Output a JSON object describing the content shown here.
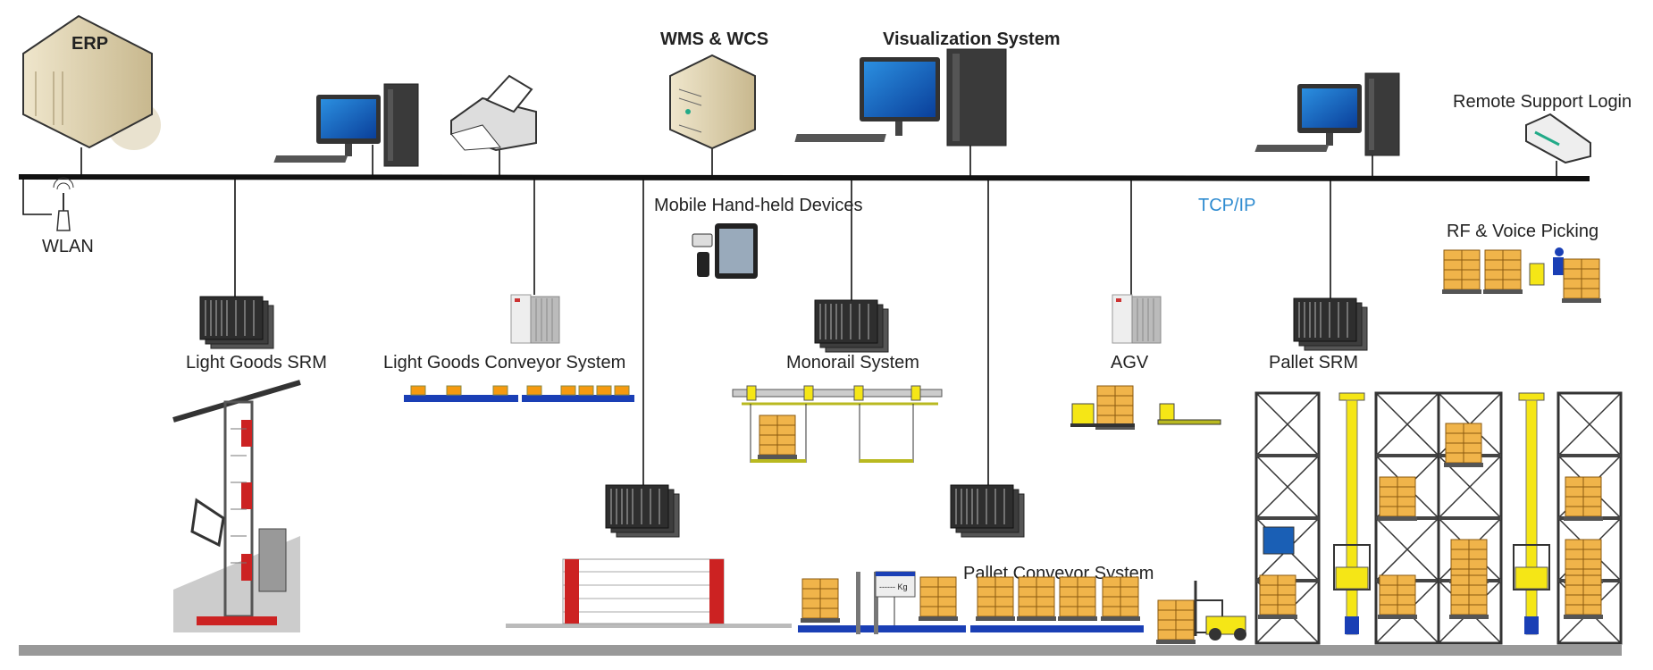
{
  "labels": {
    "erp": "ERP",
    "wms_wcs": "WMS & WCS",
    "visualization": "Visualization System",
    "remote_support": "Remote Support Login",
    "wlan": "WLAN",
    "mobile_devices": "Mobile Hand-held Devices",
    "tcpip": "TCP/IP",
    "rf_voice": "RF & Voice Picking",
    "light_goods_srm": "Light Goods SRM",
    "light_goods_conveyor": "Light Goods Conveyor System",
    "monorail": "Monorail System",
    "agv": "AGV",
    "pallet_srm": "Pallet SRM",
    "pallet_conveyor": "Pallet Conveyor System",
    "scale_unit": "------ Kg"
  },
  "colors": {
    "tcpip": "#2e8bd0",
    "pallet": "#f0b44a",
    "conveyor": "#1a3fb5",
    "crane": "#f5e616",
    "accent_red": "#cc2222"
  }
}
